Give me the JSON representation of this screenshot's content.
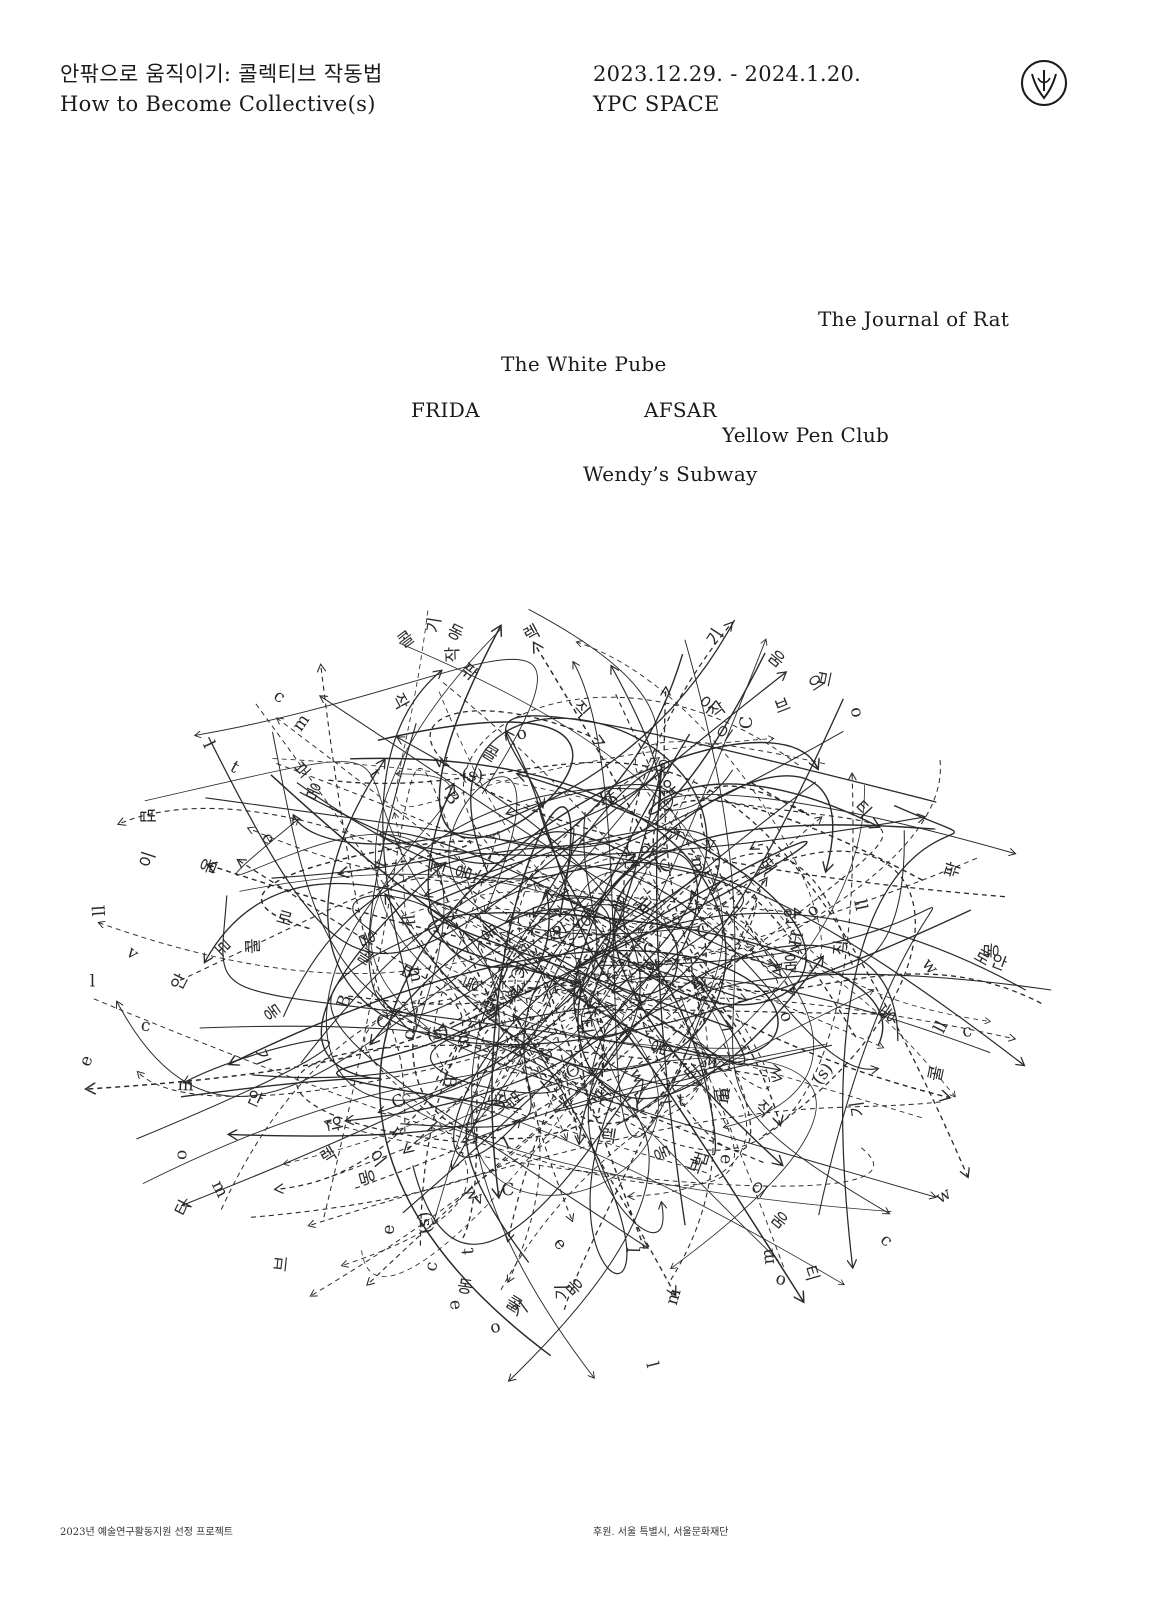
{
  "header": {
    "title_ko": "안팎으로 움직이기: 콜렉티브 작동법",
    "title_en": "How to Become Collective(s)",
    "dates": "2023.12.29. - 2024.1.20.",
    "venue": "YPC SPACE",
    "logo_icon": "circled-pen-nib-icon"
  },
  "participants": [
    "The Journal of Rat",
    "The White Pube",
    "FRIDA",
    "AFSAR",
    "Yellow Pen Club",
    "Wendy’s Subway"
  ],
  "artwork": {
    "icon": "hand-drawn-letter-scribble-icon",
    "glyphs": [
      "안",
      "팎",
      "으",
      "로",
      "움",
      "직",
      "이",
      "기",
      "콜",
      "렉",
      "티",
      "브",
      "작",
      "동",
      "법",
      "H",
      "o",
      "w",
      "t",
      "B",
      "e",
      "c",
      "m",
      "C",
      "l",
      "v",
      "(s)",
      "ll"
    ]
  },
  "footer": {
    "left": "2023년 예술연구활동지원 선정 프로젝트",
    "right": "후원. 서울 특별시, 서울문화재단"
  }
}
